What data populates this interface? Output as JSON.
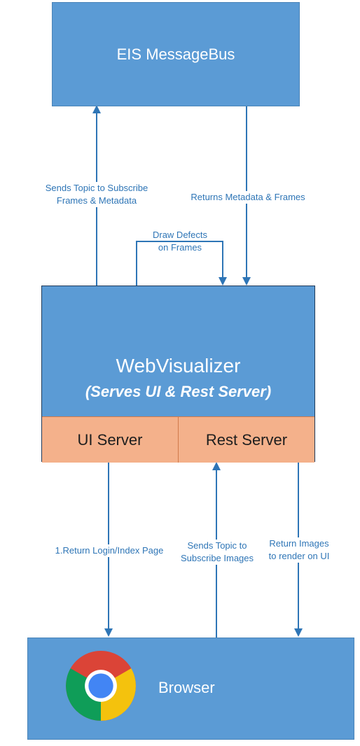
{
  "nodes": {
    "message_bus": "EIS MessageBus",
    "web_visualizer": {
      "title": "WebVisualizer",
      "subtitle": "(Serves UI & Rest Server)",
      "ui_server": "UI Server",
      "rest_server": "Rest Server"
    },
    "browser": "Browser"
  },
  "edges": {
    "sends_topic": "Sends Topic to Subscribe\nFrames & Metadata",
    "returns_metadata": "Returns Metadata & Frames",
    "draw_defects": "Draw Defects\non Frames",
    "return_login": "1.Return Login/Index Page",
    "sends_topic_images": "Sends Topic to\nSubscribe Images",
    "return_images": "Return Images\nto render on UI"
  },
  "colors": {
    "box_fill": "#5b9bd5",
    "server_fill": "#f4b18b",
    "arrow": "#2e75b6",
    "label_text": "#2e75b6"
  },
  "icons": {
    "browser_logo": "chrome-logo-icon"
  }
}
